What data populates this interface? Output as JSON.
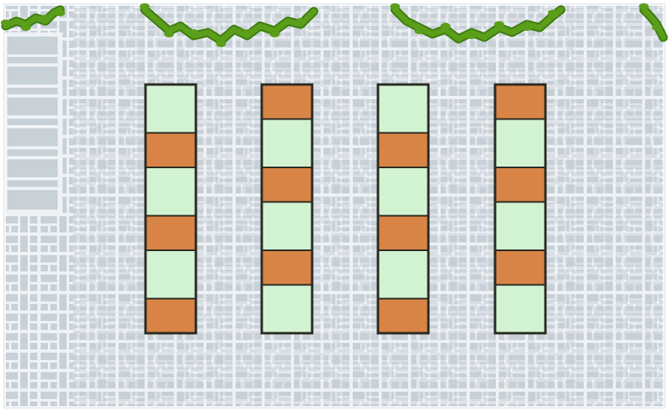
{
  "colors": {
    "background": "#ffffff",
    "frame_border": "#d4dbe1",
    "tile_bg": "#c9d1d8",
    "tile_light": "#f1f4f6",
    "grout": "#eef2f5",
    "vine": "#5a9e1a",
    "vine_dark": "#3f7d10",
    "cell_green": "#d2f3d2",
    "cell_orange": "#d98447",
    "column_outline": "#2a2a22"
  },
  "vines": [
    {
      "name": "top-left-vine-icon"
    },
    {
      "name": "top-center-left-vine-icon"
    },
    {
      "name": "top-center-right-vine-icon"
    },
    {
      "name": "top-right-vine-icon"
    }
  ],
  "columns": [
    {
      "name": "column-1",
      "cells": [
        "green",
        "orange",
        "green",
        "orange",
        "green",
        "orange"
      ],
      "ratios": [
        1.4,
        1,
        1.4,
        1,
        1.4,
        1
      ]
    },
    {
      "name": "column-2",
      "cells": [
        "orange",
        "green",
        "orange",
        "green",
        "orange",
        "green"
      ],
      "ratios": [
        1,
        1.4,
        1,
        1.4,
        1,
        1.4
      ]
    },
    {
      "name": "column-3",
      "cells": [
        "green",
        "orange",
        "green",
        "orange",
        "green",
        "orange"
      ],
      "ratios": [
        1.4,
        1,
        1.4,
        1,
        1.4,
        1
      ]
    },
    {
      "name": "column-4",
      "cells": [
        "orange",
        "green",
        "orange",
        "green",
        "orange",
        "green"
      ],
      "ratios": [
        1,
        1.4,
        1,
        1.4,
        1,
        1.4
      ]
    }
  ]
}
